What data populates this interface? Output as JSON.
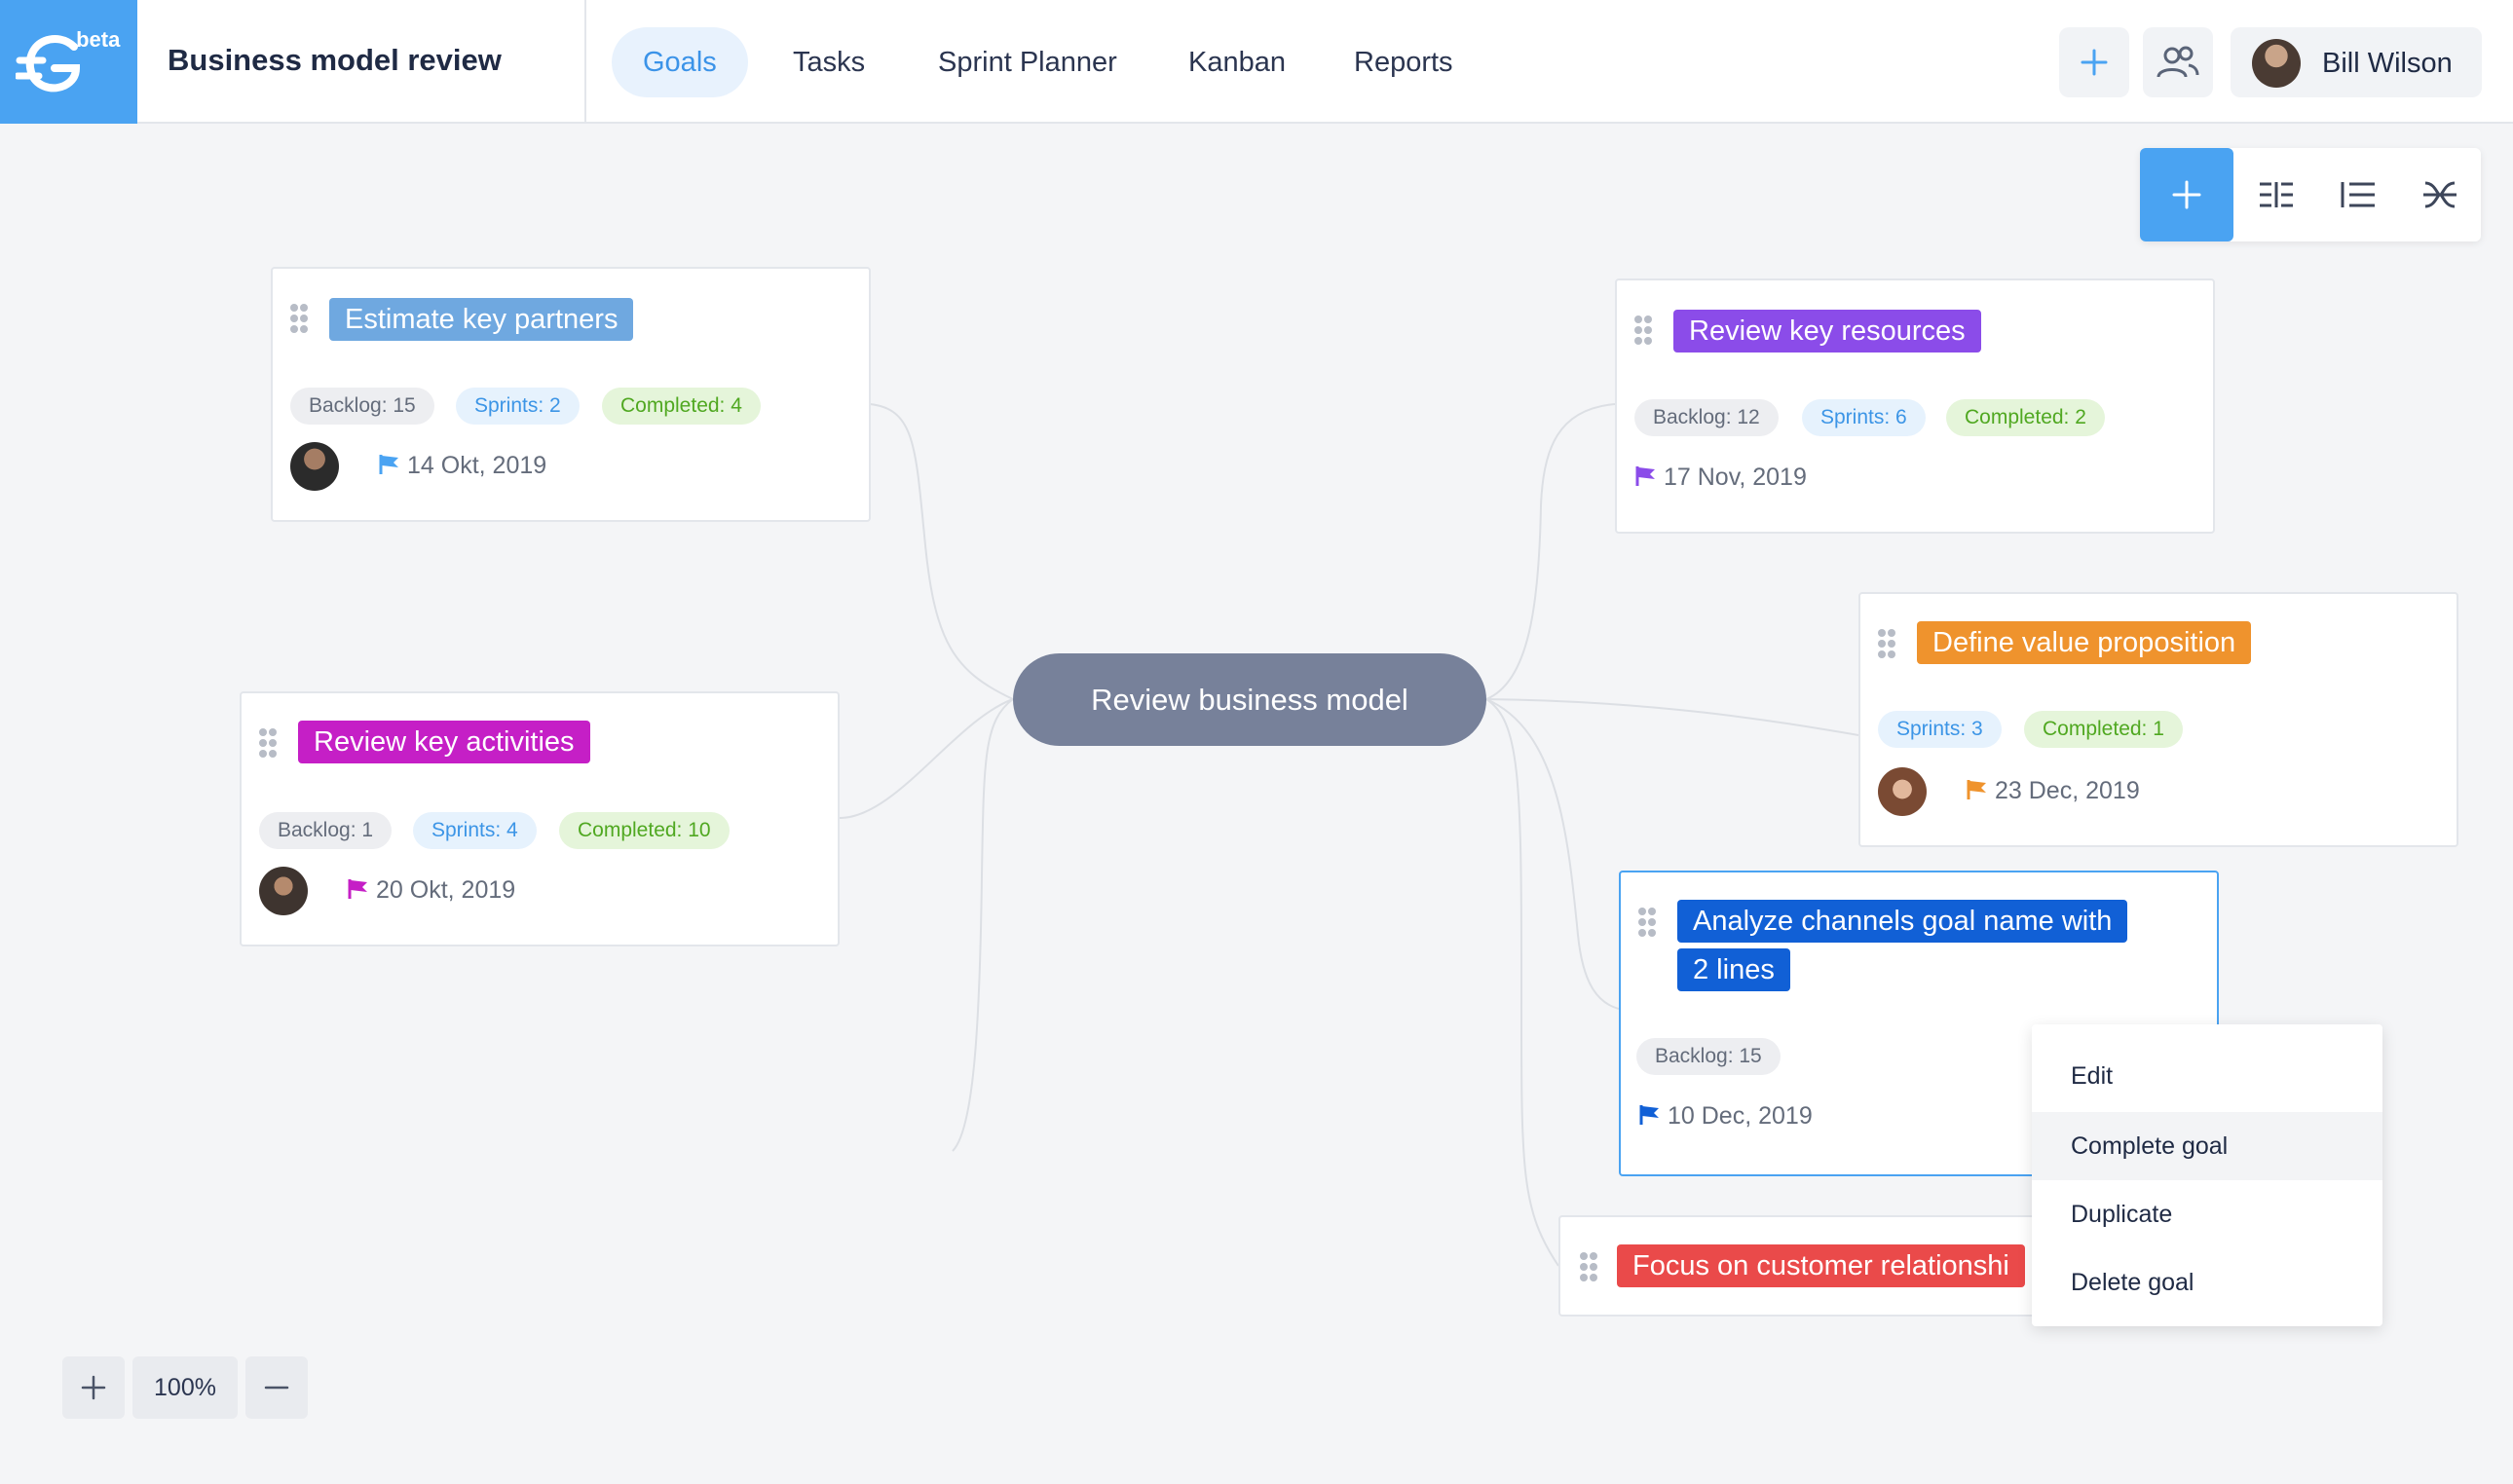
{
  "header": {
    "logo_badge": ".beta",
    "project_title": "Business model review",
    "tabs": [
      {
        "label": "Goals",
        "active": true
      },
      {
        "label": "Tasks",
        "active": false
      },
      {
        "label": "Sprint Planner",
        "active": false
      },
      {
        "label": "Kanban",
        "active": false
      },
      {
        "label": "Reports",
        "active": false
      }
    ],
    "actions": {
      "add_icon": "plus-icon",
      "team_icon": "users-icon"
    },
    "user": {
      "name": "Bill Wilson"
    }
  },
  "toolbar": {
    "icons": [
      "plus-icon",
      "split-columns-icon",
      "list-icon",
      "collapse-icon"
    ]
  },
  "mindmap": {
    "center": {
      "label": "Review business model"
    },
    "goals": [
      {
        "title": "Estimate key partners",
        "color": "#6fa8e0",
        "backlog": "Backlog: 15",
        "sprints": "Sprints: 2",
        "completed": "Completed: 4",
        "due": "14 Okt, 2019",
        "flag_color": "#4aa3f2"
      },
      {
        "title": "Review key activities",
        "color": "#c51fc6",
        "backlog": "Backlog: 1",
        "sprints": "Sprints: 4",
        "completed": "Completed: 10",
        "due": "20 Okt, 2019",
        "flag_color": "#c51fc6"
      },
      {
        "title": "Review key resources",
        "color": "#8b4ce9",
        "backlog": "Backlog: 12",
        "sprints": "Sprints: 6",
        "completed": "Completed: 2",
        "due": "17 Nov, 2019",
        "flag_color": "#8b4ce9"
      },
      {
        "title": "Define value proposition",
        "color": "#ef932d",
        "sprints": "Sprints: 3",
        "completed": "Completed: 1",
        "due": "23 Dec, 2019",
        "flag_color": "#ef932d"
      },
      {
        "title_line1": "Analyze channels  goal name with",
        "title_line2": "2 lines",
        "color": "#1160d6",
        "backlog": "Backlog: 15",
        "due": "10 Dec, 2019",
        "flag_color": "#1160d6"
      },
      {
        "title": "Focus on customer relationshi",
        "color": "#ea4a4a"
      }
    ]
  },
  "context_menu": {
    "items": [
      "Edit",
      "Complete goal",
      "Duplicate",
      "Delete goal"
    ],
    "hovered": "Complete goal"
  },
  "zoom": {
    "level": "100%",
    "zoom_in_icon": "plus-icon",
    "zoom_out_icon": "minus-icon"
  }
}
